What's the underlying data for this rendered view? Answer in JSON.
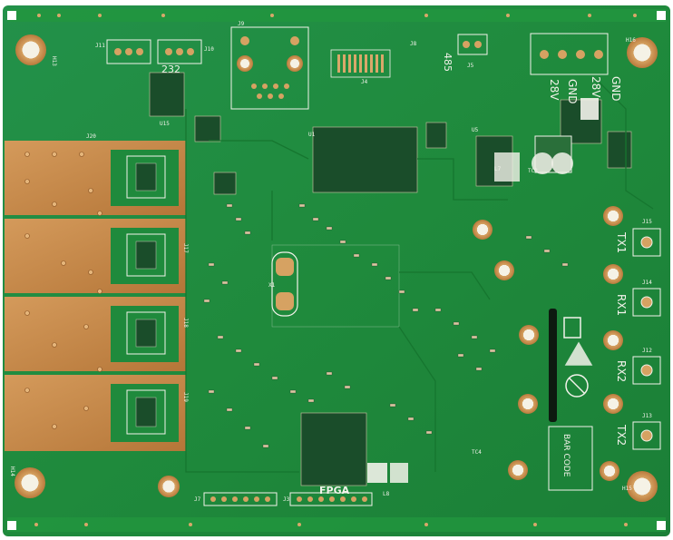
{
  "board": {
    "kind": "printed circuit board photo",
    "colors": {
      "mask": "#1f8a3c",
      "mask_dark": "#15702f",
      "copper": "#c98b4a",
      "copper_dark": "#a8692e",
      "silk": "#f2f2ea",
      "ic": "#1a4d2a",
      "rail": "#22963f"
    }
  },
  "silkscreen": {
    "rs232": "232",
    "rs485": "485",
    "fpga": "FPGA",
    "bar_code": "BAR CODE",
    "power_28v": "28V",
    "power_gnd": "GND",
    "tx1": "TX1",
    "rx1": "RX1",
    "rx2": "RX2",
    "tx2": "TX2",
    "ref_j11": "J11",
    "ref_j10": "J10",
    "ref_j9": "J9",
    "ref_j5": "J5",
    "ref_j15": "J15",
    "ref_j14": "J14",
    "ref_j12": "J12",
    "ref_j13": "J13",
    "ref_j20": "J20",
    "ref_j17": "J17",
    "ref_j18": "J18",
    "ref_j19": "J19",
    "ref_j3": "J3",
    "ref_j4": "J4",
    "ref_j7": "J7",
    "ref_j8": "J8",
    "ref_u15": "U15",
    "ref_u1": "U1",
    "ref_u5": "U5",
    "ref_l7": "L7",
    "ref_l8": "L8",
    "ref_tc3": "TC3",
    "ref_tc4": "TC4",
    "ref_x1": "X1",
    "ref_h13": "H13",
    "ref_h14": "H14",
    "ref_h15": "H15",
    "ref_h16": "H16"
  }
}
